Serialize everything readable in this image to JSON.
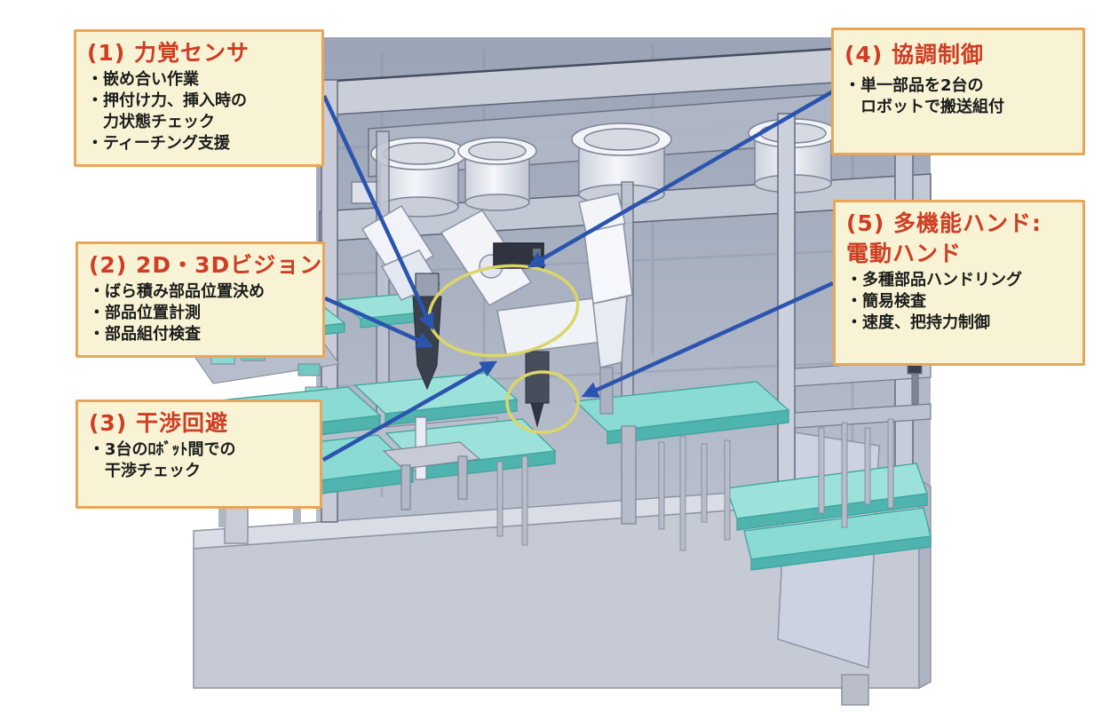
{
  "figure": {
    "type": "annotated-technology-diagram",
    "subject": "robot-assembly-cell-cad-render"
  },
  "colors": {
    "callout_bg": "#f7f3d4",
    "callout_border": "#e9a558",
    "callout_title": "#ce3d24",
    "callout_text": "#1c1c1c",
    "annotation_line": "#2b54ae",
    "highlight_circle": "#dcd668",
    "backdrop_gray": "#a3adbd",
    "tray_teal": "#7fd8d0",
    "robot_white": "#f2f4f8",
    "frame_gray": "#c6cbd8"
  },
  "callouts": [
    {
      "title": "(1) 力覚センサ",
      "lines": [
        "・嵌め合い作業",
        "・押付け力、挿入時の",
        "　力状態チェック",
        "・ティーチング支援"
      ]
    },
    {
      "title": "(2) 2D・3Dビジョン",
      "lines": [
        "・ばら積み部品位置決め",
        "・部品位置計測",
        "・部品組付検査"
      ]
    },
    {
      "title": "(3) 干渉回避",
      "lines": [
        "・3台のﾛﾎﾞｯﾄ間での",
        "　干渉チェック"
      ]
    },
    {
      "title": "(4) 協調制御",
      "lines": [
        "・単一部品を2台の",
        "　ロボットで搬送組付"
      ]
    },
    {
      "title": "(5) 多機能ハンド:",
      "subtitle": "電動ハンド",
      "lines": [
        "・多種部品ハンドリング",
        "・簡易検査",
        "・速度、把持力制御"
      ]
    }
  ]
}
